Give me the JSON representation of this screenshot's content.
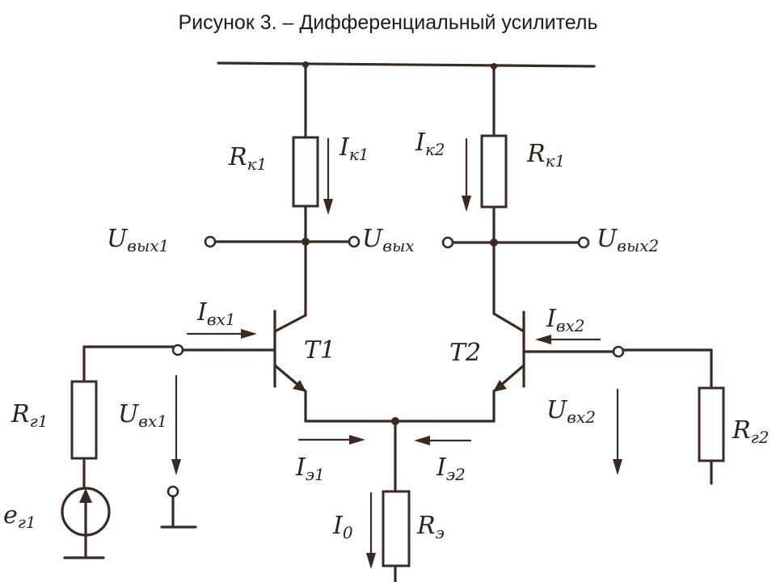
{
  "title": "Рисунок 3.   – Дифференциальный усилитель",
  "labels": {
    "rk1_left": {
      "main": "R",
      "sub": "к1"
    },
    "ik1": {
      "main": "I",
      "sub": "к1"
    },
    "ik2": {
      "main": "I",
      "sub": "к2"
    },
    "rk1_right": {
      "main": "R",
      "sub": "к1"
    },
    "uvyh1": {
      "main": "U",
      "sub": "вых1"
    },
    "uvyh": {
      "main": "U",
      "sub": "вых"
    },
    "uvyh2": {
      "main": "U",
      "sub": "вых2"
    },
    "ivh1": {
      "main": "I",
      "sub": "вх1"
    },
    "ivh2": {
      "main": "I",
      "sub": "вх2"
    },
    "t1": "T1",
    "t2": "T2",
    "rg1": {
      "main": "R",
      "sub": "г1"
    },
    "uvh1": {
      "main": "U",
      "sub": "вх1"
    },
    "uvh2": {
      "main": "U",
      "sub": "вх2"
    },
    "rg2": {
      "main": "R",
      "sub": "г2"
    },
    "ie1": {
      "main": "I",
      "sub": "э1"
    },
    "ie2": {
      "main": "I",
      "sub": "э2"
    },
    "eg1": {
      "main": "e",
      "sub": "г1"
    },
    "i0": {
      "main": "I",
      "sub": "0"
    },
    "re": {
      "main": "R",
      "sub": "э"
    }
  }
}
